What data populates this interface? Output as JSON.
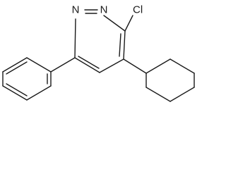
{
  "atoms": {
    "n1": "N",
    "n2": "N",
    "cl": "Cl"
  }
}
